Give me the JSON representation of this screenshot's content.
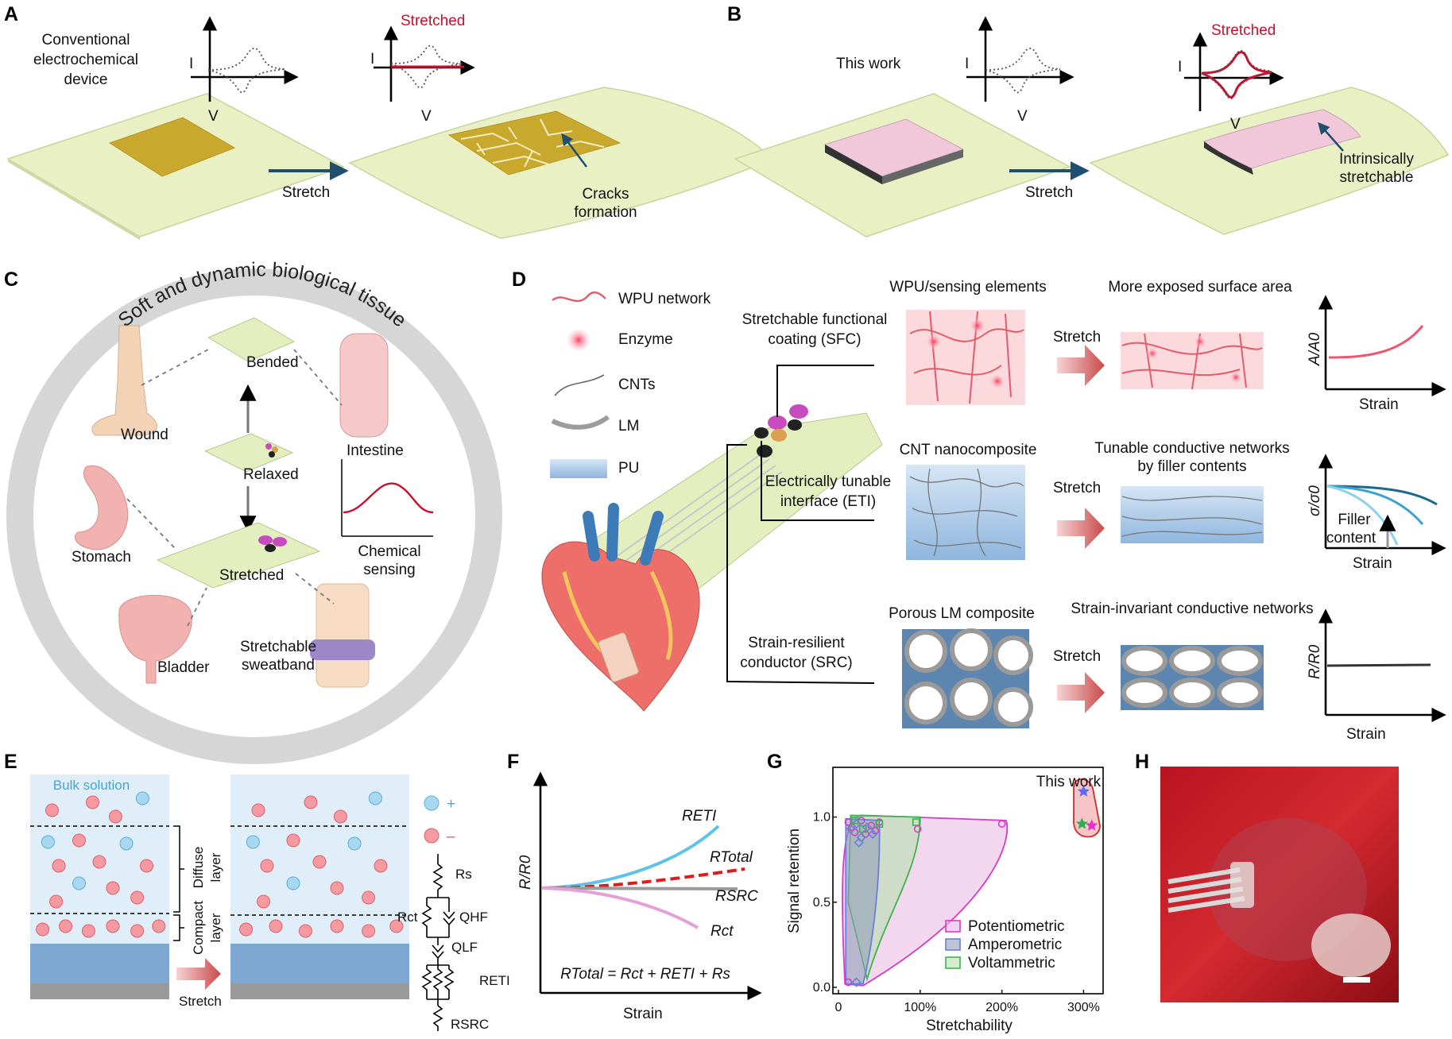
{
  "panels": {
    "A": {
      "letter": "A",
      "device_label": "Conventional electrochemical device",
      "plot_i": "I",
      "plot_v": "V",
      "stretched_label": "Stretched",
      "arrow_label": "Stretch",
      "cracks_label": "Cracks formation"
    },
    "B": {
      "letter": "B",
      "this_work": "This work",
      "plot_i": "I",
      "plot_v": "V",
      "stretched_label": "Stretched",
      "arrow_label": "Stretch",
      "intrinsic_label": "Intrinsically stretchable"
    },
    "C": {
      "letter": "C",
      "ring_title": "Soft and dynamic biological tissue",
      "wound": "Wound",
      "bended": "Bended",
      "intestine": "Intestine",
      "relaxed": "Relaxed",
      "stomach": "Stomach",
      "chemical_sensing": "Chemical sensing",
      "stretched": "Stretched",
      "bladder": "Bladder",
      "sweatband": "Stretchable sweatband"
    },
    "D": {
      "letter": "D",
      "legend": [
        "WPU network",
        "Enzyme",
        "CNTs",
        "LM",
        "PU"
      ],
      "sfc": "Stretchable functional coating (SFC)",
      "eti": "Electrically tunable interface (ETI)",
      "src": "Strain-resilient conductor (SRC)",
      "row1_left": "WPU/sensing elements",
      "row1_right": "More exposed surface area",
      "row2_left": "CNT nanocomposite",
      "row2_right": "Tunable conductive networks by filler contents",
      "row3_left": "Porous LM composite",
      "row3_right": "Strain-invariant conductive networks",
      "stretch": "Stretch",
      "y1": "A/A0",
      "y2": "σ/σ0",
      "y3": "R/R0",
      "xlabel": "Strain",
      "filler": "Filler content"
    },
    "E": {
      "letter": "E",
      "bulk": "Bulk solution",
      "diffuse": "Diffuse layer",
      "compact": "Compact layer",
      "stretch": "Stretch",
      "plus_sign": "+",
      "minus_sign": "–",
      "circuit": [
        "Rs",
        "Rct",
        "QHF",
        "QLF",
        "RETI",
        "RSRC"
      ]
    },
    "F": {
      "letter": "F",
      "ylabel": "R/R0",
      "xlabel": "Strain",
      "curves": [
        "RETI",
        "RTotal",
        "RSRC",
        "Rct"
      ],
      "equation": "RTotal = Rct + RETI + Rs"
    },
    "G": {
      "letter": "G"
    },
    "H": {
      "letter": "H"
    }
  },
  "chart_data": {
    "type": "scatter",
    "title": "",
    "xlabel": "Stretchability",
    "ylabel": "Signal retention",
    "xlim": [
      0,
      3.2
    ],
    "ylim": [
      0,
      1.25
    ],
    "xticks": [
      0,
      1,
      2,
      3
    ],
    "xtick_labels": [
      "0",
      "100%",
      "200%",
      "300%"
    ],
    "yticks": [
      0,
      0.5,
      1.0
    ],
    "ytick_labels": [
      "0.0",
      "0.5",
      "1.0"
    ],
    "grid": false,
    "legend_position": "bottom-right",
    "annotation": "This work",
    "series": [
      {
        "name": "Potentiometric",
        "color": "#d63bc6",
        "marker": "circle",
        "x": [
          0.12,
          0.16,
          0.2,
          0.28,
          0.33,
          0.4,
          0.45,
          0.5,
          0.97,
          2.0,
          0.12
        ],
        "y": [
          0.97,
          0.94,
          0.91,
          0.98,
          0.9,
          0.95,
          0.92,
          0.97,
          0.93,
          0.96,
          0.03
        ]
      },
      {
        "name": "Amperometric",
        "color": "#6b7fd8",
        "marker": "diamond",
        "x": [
          0.15,
          0.22,
          0.28,
          0.35,
          0.42,
          0.25,
          0.22
        ],
        "y": [
          0.93,
          0.96,
          0.88,
          0.94,
          0.9,
          0.85,
          0.03
        ]
      },
      {
        "name": "Voltammetric",
        "color": "#3cb44b",
        "marker": "square",
        "x": [
          0.2,
          0.3,
          0.5,
          0.95
        ],
        "y": [
          0.98,
          0.93,
          0.96,
          0.97
        ]
      },
      {
        "name": "This work",
        "color": "#d62828",
        "marker": "star",
        "x": [
          3.0,
          2.98,
          3.1
        ],
        "y": [
          1.15,
          0.96,
          0.95
        ],
        "marker_colors": [
          "#5b6cf0",
          "#2fae4e",
          "#e532c8"
        ]
      }
    ]
  }
}
